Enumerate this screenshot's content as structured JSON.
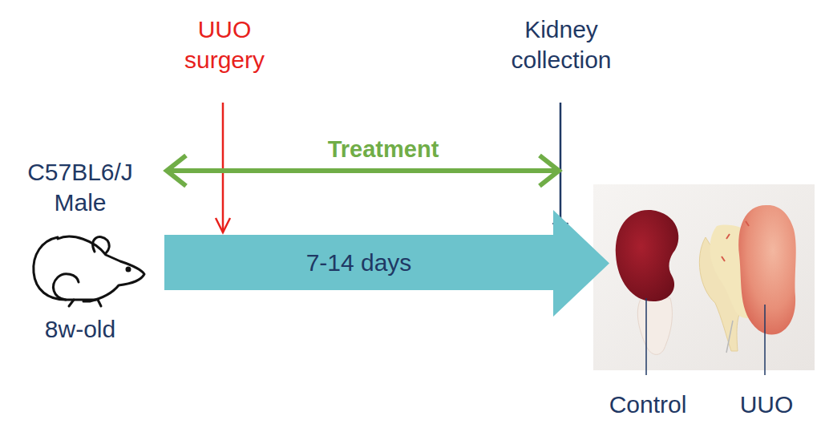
{
  "diagram": {
    "nodes": [
      {
        "text": [
          "7-14 days"
        ]
      }
    ],
    "labels": [
      "UUO surgery",
      "Kidney collection",
      "Treatment",
      "C57BL6/J Male",
      "8w-old",
      "Control",
      "UUO"
    ]
  }
}
